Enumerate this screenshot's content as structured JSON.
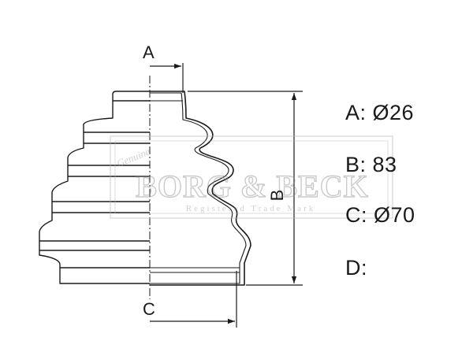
{
  "diagram": {
    "dimension_labels": {
      "a": "A",
      "b": "B",
      "c": "C"
    },
    "watermark": {
      "brand": "BORG & BECK",
      "tagline": "Registered Trade Mark",
      "script": "Genuine"
    },
    "colors": {
      "line": "#1a1a1a",
      "watermark": "#b5b5b5"
    }
  },
  "specs": [
    {
      "label": "A:",
      "value": "Ø26"
    },
    {
      "label": "B:",
      "value": "83"
    },
    {
      "label": "C:",
      "value": "Ø70"
    },
    {
      "label": "D:",
      "value": ""
    }
  ]
}
